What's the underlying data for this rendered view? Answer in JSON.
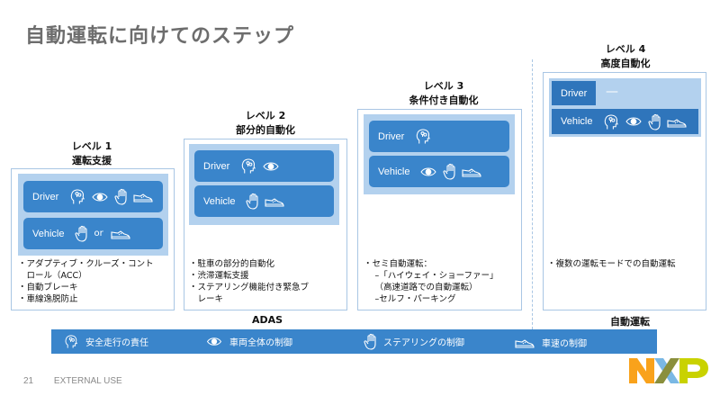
{
  "title": "自動運転に向けてのステップ",
  "levels": [
    {
      "level": "レベル 1",
      "name": "運転支援",
      "driver_label": "Driver",
      "vehicle_label": "Vehicle",
      "driver_icons": [
        "head-icon",
        "eye-icon",
        "hand-icon",
        "shoe-icon"
      ],
      "vehicle_icons": [
        "hand-icon",
        "shoe-icon"
      ],
      "vehicle_connector": "or",
      "bullets": [
        "・アダプティブ・クルーズ・コント",
        "　ロール（ACC）",
        "・自動ブレーキ",
        "・車線逸脱防止"
      ]
    },
    {
      "level": "レベル 2",
      "name": "部分的自動化",
      "driver_label": "Driver",
      "vehicle_label": "Vehicle",
      "driver_icons": [
        "head-icon",
        "eye-icon"
      ],
      "vehicle_icons": [
        "hand-icon",
        "shoe-icon"
      ],
      "bullets": [
        "・駐車の部分的自動化",
        "・渋滞運転支援",
        "・ステアリング機能付き緊急ブ",
        "　レーキ"
      ]
    },
    {
      "level": "レベル 3",
      "name": "条件付き自動化",
      "driver_label": "Driver",
      "vehicle_label": "Vehicle",
      "driver_icons": [
        "head-icon"
      ],
      "vehicle_icons": [
        "eye-icon",
        "hand-icon",
        "shoe-icon"
      ],
      "bullets": [
        "・セミ自動運転：",
        "　 –「ハイウェイ・ショーファー」",
        "　 （高速道路での自動運転）",
        "　 –セルフ・パーキング"
      ]
    },
    {
      "level": "レベル  4",
      "name": "高度自動化",
      "driver_label": "Driver",
      "driver_value": "—",
      "vehicle_label": "Vehicle",
      "driver_icons": [],
      "vehicle_icons": [
        "head-icon",
        "eye-icon",
        "hand-icon",
        "shoe-icon"
      ],
      "bullets": [
        "・複数の運転モードでの自動運転"
      ]
    }
  ],
  "group_labels": {
    "adas": "ADAS",
    "autonomous": "自動運転"
  },
  "legend": [
    {
      "icon": "head-icon",
      "label": "安全走行の責任"
    },
    {
      "icon": "eye-icon",
      "label": "車両全体の制御"
    },
    {
      "icon": "hand-icon",
      "label": "ステアリングの制御"
    },
    {
      "icon": "shoe-icon",
      "label": "車速の制御"
    }
  ],
  "footer": {
    "page": "21",
    "classification": "EXTERNAL USE"
  },
  "logo": {
    "text": "NXP",
    "colors": {
      "n": "#f9a21b",
      "x_blue": "#7ab8e4",
      "x_olive": "#8a8f3c",
      "p": "#c9d200"
    }
  },
  "colors": {
    "pill": "#3a85cb",
    "pill_dark": "#2f75bb",
    "inner_bg": "#b3d1ee",
    "box_border": "#a9c6e4",
    "title": "#6d6d6d"
  }
}
